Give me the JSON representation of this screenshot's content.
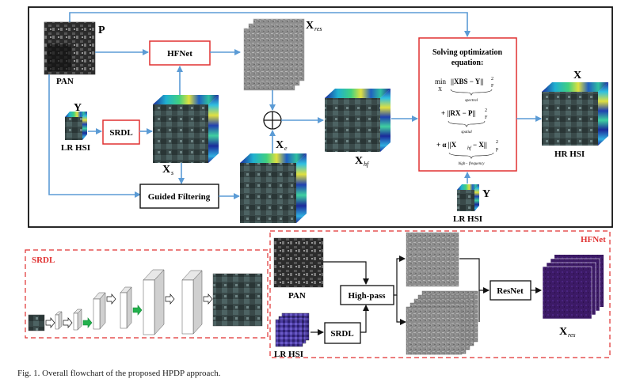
{
  "main_flow": {
    "pan_label": "PAN",
    "p_label": "P",
    "hfnet_label": "HFNet",
    "xres_label": "X",
    "xres_sub": "res",
    "y_label": "Y",
    "lrhsi_label": "LR HSI",
    "srdl_label": "SRDL",
    "xs_label": "X",
    "xs_sub": "s",
    "xe_label": "X",
    "xe_sub": "e",
    "xhf_label": "X",
    "xhf_sub": "hf",
    "guided_label": "Guided Filtering",
    "opt_title_1": "Solving optimization",
    "opt_title_2": "equation:",
    "opt_min": "min",
    "opt_min_var": "X",
    "opt_term1": "||XBS − Y||",
    "opt_term1_note": "spectral",
    "opt_term2": "+ ||RX − P||",
    "opt_term2_note": "spatial",
    "opt_term3": "+ α ||X",
    "opt_term3_mid": "hf",
    "opt_term3_end": " − X||",
    "opt_term3_note": "high− frequency",
    "opt_sq": "2",
    "opt_norm": "F",
    "opt_norm_p": "p",
    "x_label": "X",
    "hrhsi_label": "HR HSI",
    "y2_label": "Y",
    "lrhsi2_label": "LR HSI"
  },
  "srdl_panel": {
    "title": "SRDL"
  },
  "hfnet_panel": {
    "title": "HFNet",
    "pan_label": "PAN",
    "lrhsi_label": "LR HSI",
    "srdl_label": "SRDL",
    "highpass_label": "High-pass",
    "resnet_label": "ResNet",
    "xres_label": "X",
    "xres_sub": "res"
  },
  "caption": "Fig. 1.   Overall flowchart of the proposed HPDP approach.",
  "colors": {
    "arrow": "#5b9bd5",
    "red": "#e03030",
    "green": "#22b14c",
    "purple": "#3c1a66"
  }
}
